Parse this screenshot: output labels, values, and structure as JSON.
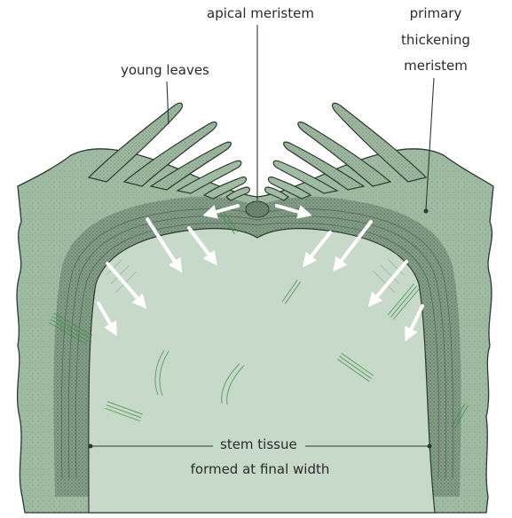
{
  "labels": {
    "apical_meristem": "apical meristem",
    "young_leaves": "young leaves",
    "primary_thickening": [
      "primary",
      "thickening",
      "meristem"
    ],
    "stem_tissue": [
      "stem tissue",
      "formed at final width"
    ]
  },
  "colors": {
    "tissue_outer": "#9fbba2",
    "tissue_inner": "#c7d9c8",
    "meristem_band": "#6f8b72",
    "outline": "#2c3a2e",
    "vascular": "#3f8c4a",
    "arrow": "#ffffff",
    "text": "#2a2a2a"
  }
}
